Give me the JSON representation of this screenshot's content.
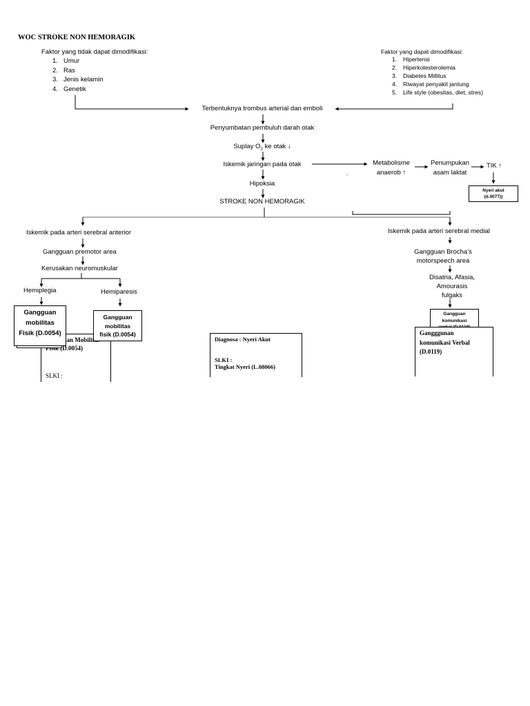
{
  "title": "WOC STROKE NON HEMORAGIK",
  "factors_left": {
    "heading": "Faktor yang tidak dapat dimodifikasi:",
    "items": [
      "Umur",
      "Ras",
      "Jenis kelamin",
      "Genetik"
    ]
  },
  "factors_right": {
    "heading": "Faktor yang dapat dimodifikasi:",
    "items": [
      "Hipertensi",
      "Hiperkolesterolemia",
      "Diabetes Millitus",
      "Riwayat penyakit jantung",
      "Life style (obesitas, diet, stres)"
    ]
  },
  "flow": {
    "trombus": "Terbentuknya trombus arterial dan emboli",
    "penyumbatan": "Penyumbatan pembuluh darah otak",
    "suplay_prefix": "Suplay O",
    "suplay_sub": "2",
    "suplay_suffix": " ke otak ↓",
    "iskemik": "Iskemik jaringan pada otak",
    "hipoksia": "Hipoksia",
    "stroke": "STROKE NON HEMORAGIK"
  },
  "side_branch": {
    "metabolisme_1": "Metabolisme",
    "metabolisme_2": "anaerob ↑",
    "penumpukan_1": "Penumpukan",
    "penumpukan_2": "asam laktat",
    "tik": "TIK ↑",
    "nyeri_box_1": "Nyeri akut",
    "nyeri_box_2": "(d.0077))"
  },
  "left_branch": {
    "iskemik_anterior": "Iskemik pada arteri serebral anterior",
    "gangguan_premotor": "Gangguan premotor area",
    "kerusakan": "Kerusakan neuromuskular",
    "hemiplegia": "Hemiplegia",
    "hemiparesis": "Hemiparesis",
    "box1_lines": [
      "Gangguan",
      "mobilitas",
      "Fisik (D.0054)"
    ],
    "box2_lines": [
      "Gangguan",
      "mobilitas",
      "fisik (D.0054)"
    ],
    "diag_box_lines": [
      "Gangguan Mobilitas",
      "Fisik (D.0054)"
    ],
    "diag_box_slki": "SLKI :"
  },
  "right_branch": {
    "iskemik_medial": "Iskemik pada arteri serebral medial",
    "gangguan_broca_1": "Gangguan Brocha’s",
    "gangguan_broca_2": "motorspeech area",
    "disatria_1": "Disatria, Afasia,",
    "disatria_2": "Amourasis",
    "disatria_3": "fulgaks",
    "small_box_lines": [
      "Gangguan",
      "komunikasi",
      "verbal (D.0119)"
    ],
    "diag_box_lines": [
      "Gangggunan",
      "komunikasi Verbal",
      "(D.0119)"
    ]
  },
  "center_box": {
    "diagnosa": "Diagnosa : Nyeri Akut",
    "slki": "SLKI :",
    "tingkat": "Tingkat Nyeri (L.08066)"
  }
}
